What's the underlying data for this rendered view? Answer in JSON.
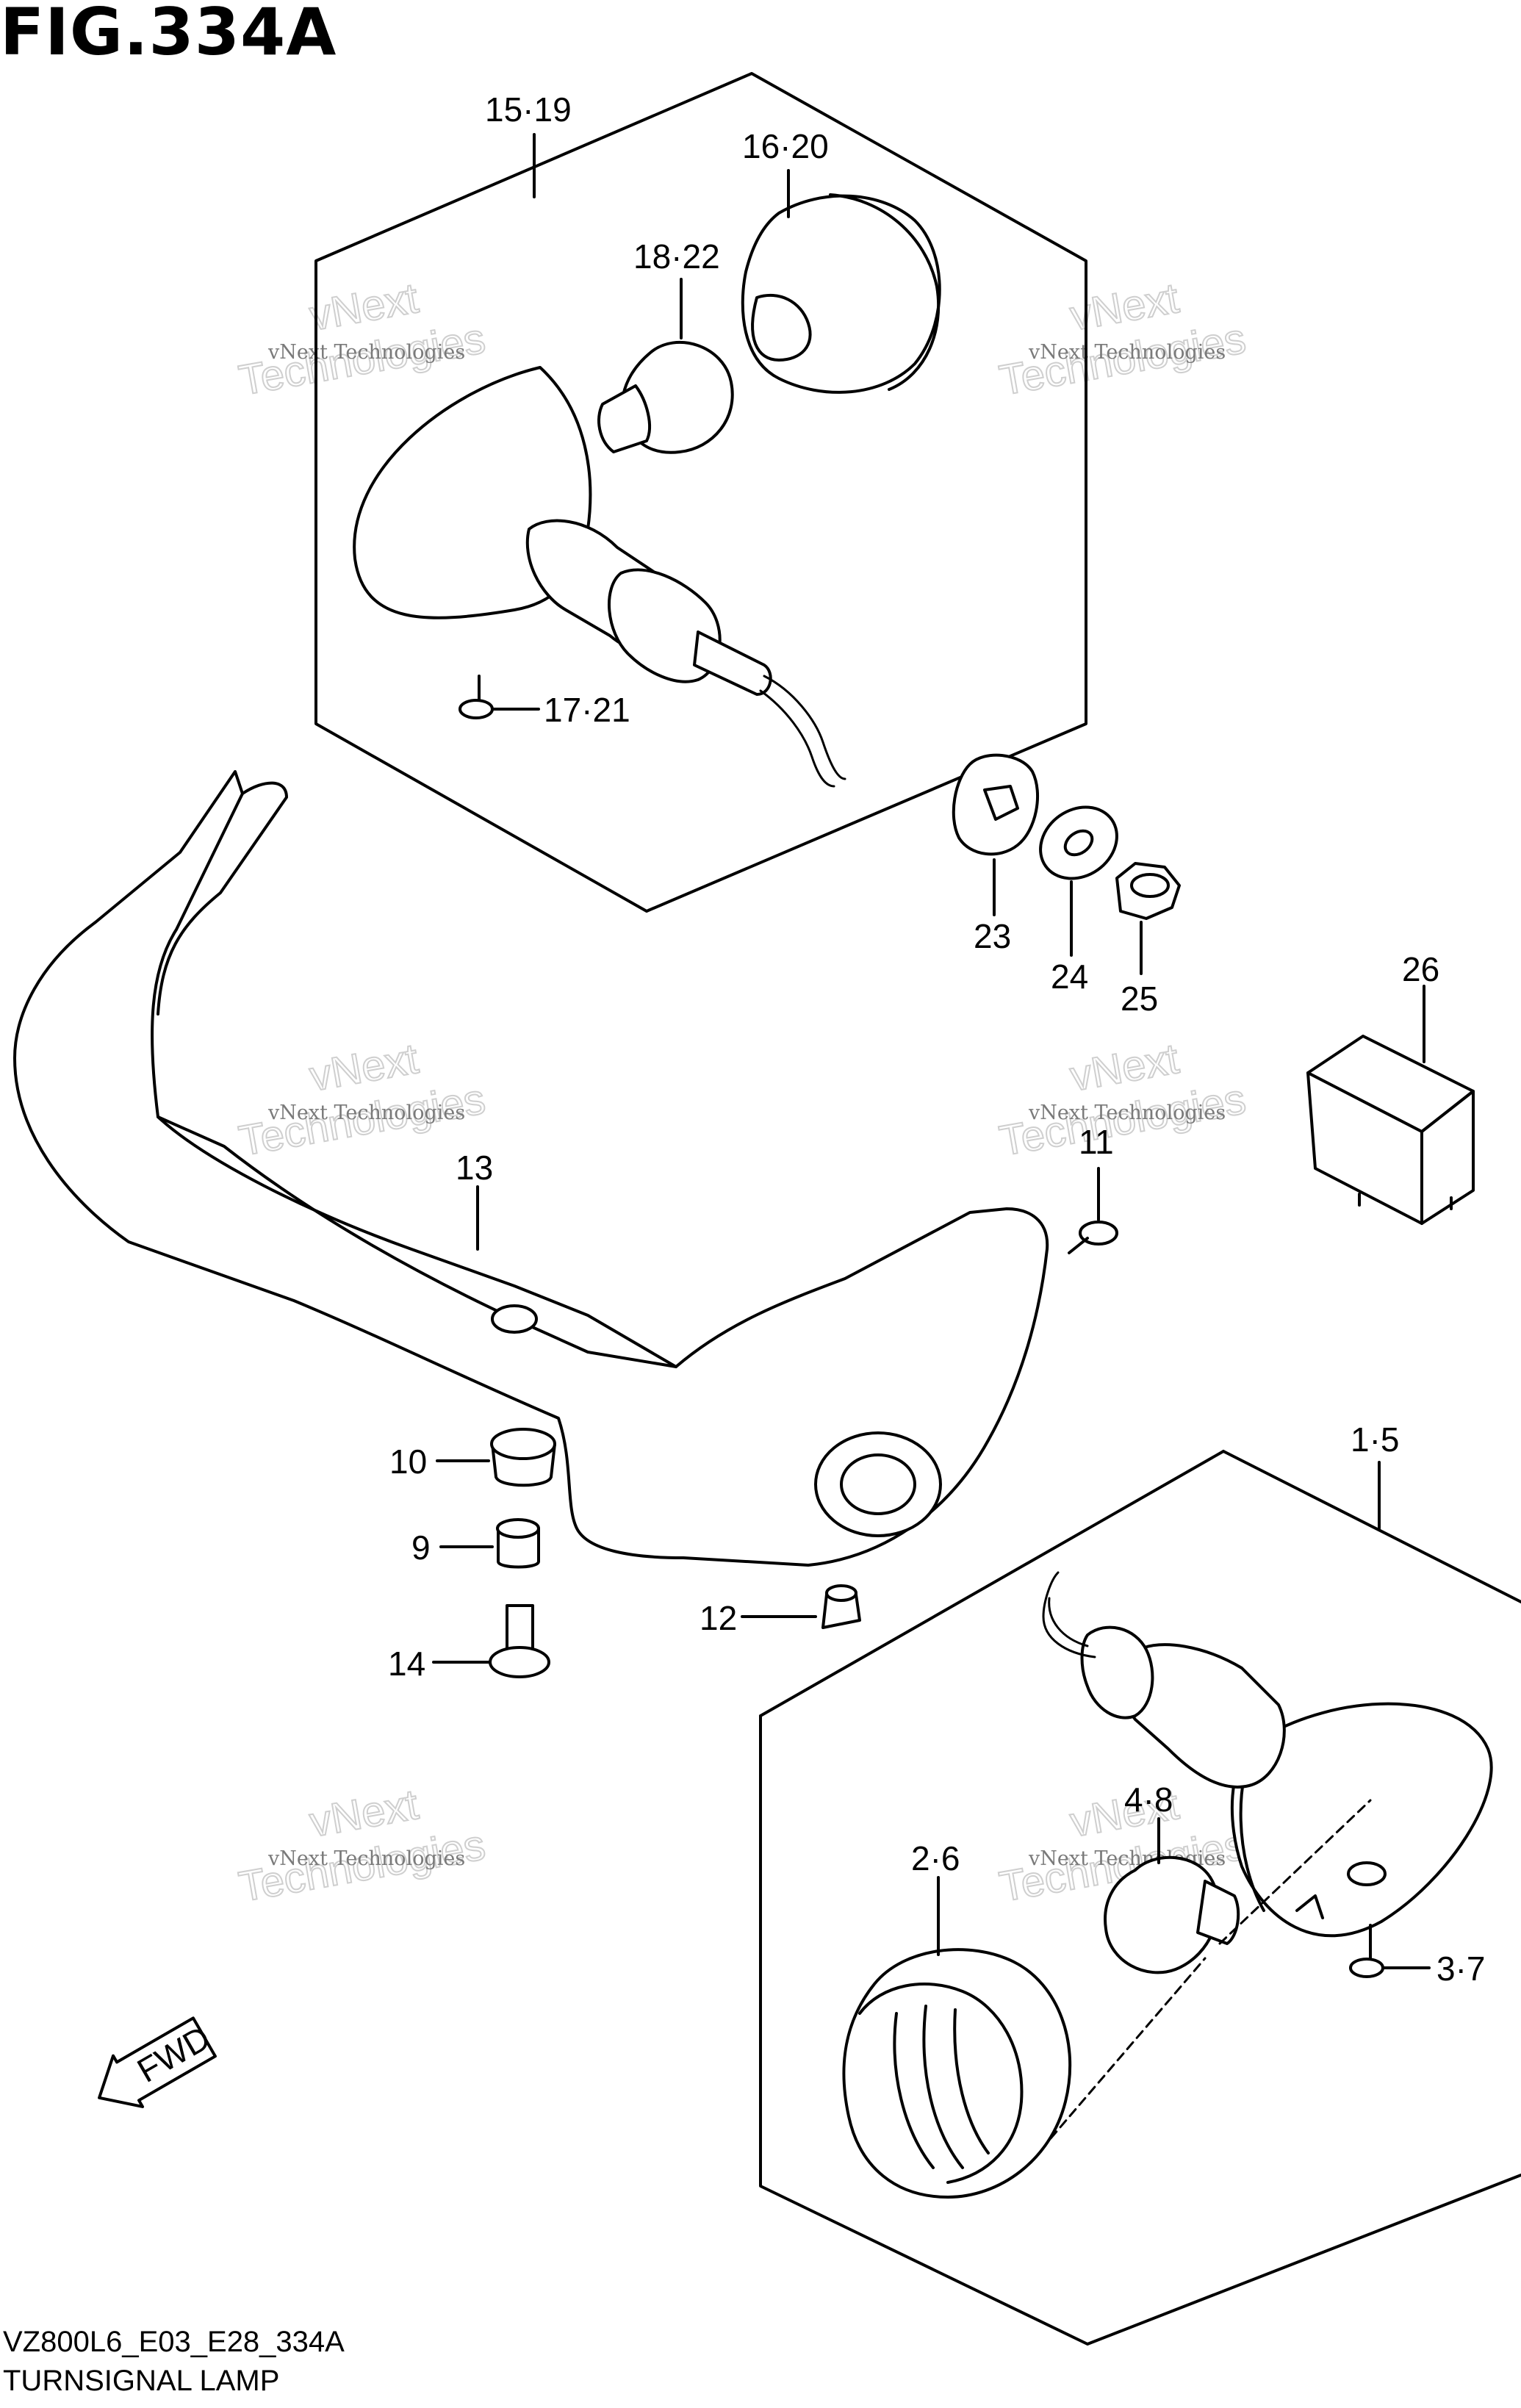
{
  "figure": {
    "title": "FIG.334A",
    "code": "VZ800L6_E03_E28_334A",
    "name": "TURNSIGNAL LAMP"
  },
  "watermark": {
    "small": "vNext Technologies",
    "large": "Technologies",
    "large_top": "vNext"
  },
  "fwd_label": "FWD",
  "callouts": [
    {
      "id": "c-15-19",
      "label": "15·19"
    },
    {
      "id": "c-16-20",
      "label": "16·20"
    },
    {
      "id": "c-18-22",
      "label": "18·22"
    },
    {
      "id": "c-17-21",
      "label": "17·21"
    },
    {
      "id": "c-23",
      "label": "23"
    },
    {
      "id": "c-24",
      "label": "24"
    },
    {
      "id": "c-25",
      "label": "25"
    },
    {
      "id": "c-26",
      "label": "26"
    },
    {
      "id": "c-11",
      "label": "11"
    },
    {
      "id": "c-13",
      "label": "13"
    },
    {
      "id": "c-10",
      "label": "10"
    },
    {
      "id": "c-9",
      "label": "9"
    },
    {
      "id": "c-14",
      "label": "14"
    },
    {
      "id": "c-12",
      "label": "12"
    },
    {
      "id": "c-1-5",
      "label": "1·5"
    },
    {
      "id": "c-2-6",
      "label": "2·6"
    },
    {
      "id": "c-4-8",
      "label": "4·8"
    },
    {
      "id": "c-3-7",
      "label": "3·7"
    }
  ]
}
